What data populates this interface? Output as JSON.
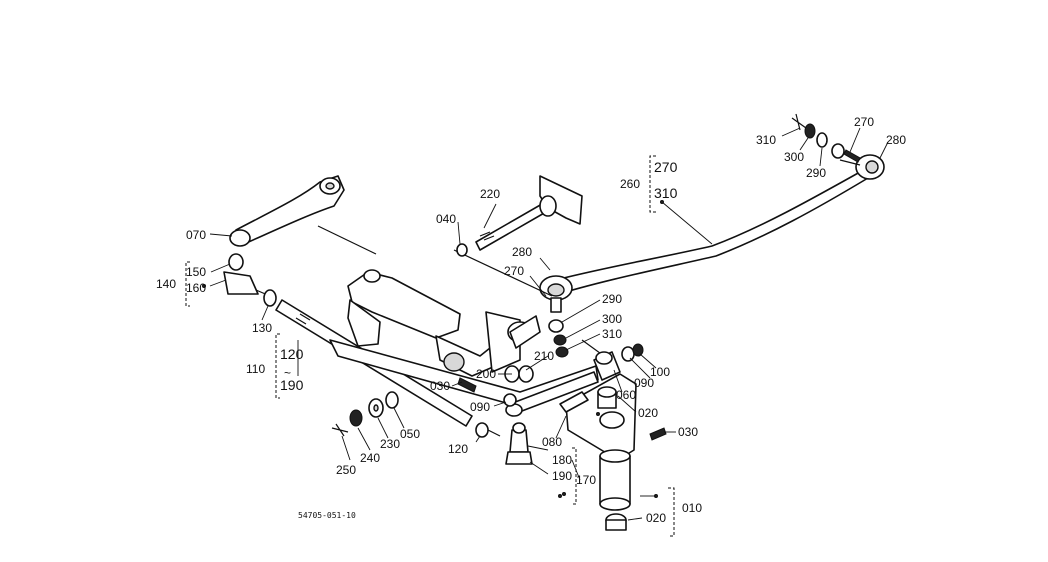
{
  "diagram_code": "54705-051-10",
  "labels": {
    "l010": "010",
    "l020a": "020",
    "l020b": "020",
    "l030a": "030",
    "l030b": "030",
    "l040": "040",
    "l050": "050",
    "l060": "060",
    "l070": "070",
    "l080": "080",
    "l090a": "090",
    "l090b": "090",
    "l100": "100",
    "l110": "110",
    "l120a": "120",
    "l120b": "120",
    "l130": "130",
    "l140": "140",
    "l150": "150",
    "l160": "160",
    "l170": "170",
    "l180": "180",
    "l190a": "190",
    "l190b": "190",
    "l200": "200",
    "l210": "210",
    "l220": "220",
    "l230": "230",
    "l240": "240",
    "l250": "250",
    "l260": "260",
    "l270a": "270",
    "l270b": "270",
    "l270c": "270",
    "l280a": "280",
    "l280b": "280",
    "l290a": "290",
    "l290b": "290",
    "l300a": "300",
    "l300b": "300",
    "l310a": "310",
    "l310b": "310",
    "l310c": "310",
    "tilde": "~"
  }
}
